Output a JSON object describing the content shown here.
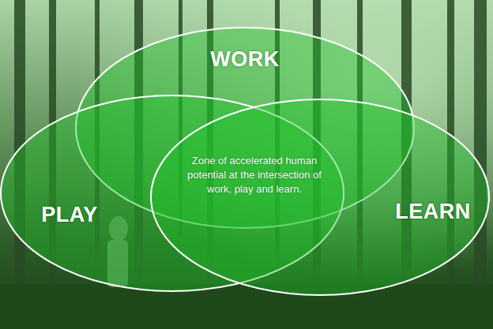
{
  "diagram": {
    "nodes": [
      {
        "text": [
          "WORK"
        ]
      },
      {
        "text": [
          "PLAY"
        ]
      },
      {
        "text": [
          "LEARN"
        ]
      }
    ],
    "labels": [
      "Zone of accelerated human potential at the intersection of work, play and learn."
    ]
  }
}
